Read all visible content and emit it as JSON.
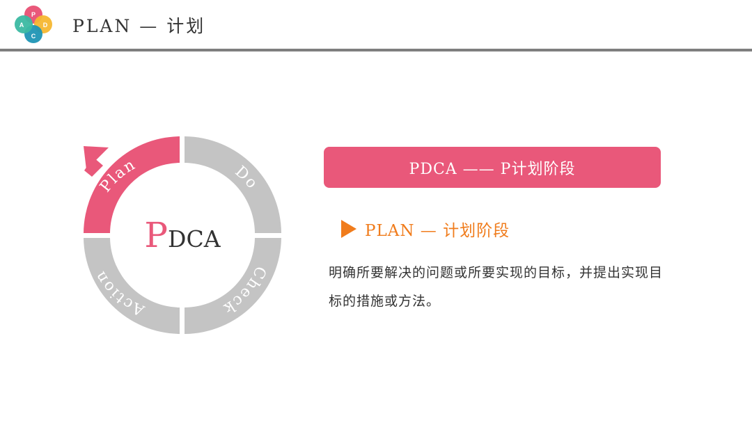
{
  "header": {
    "title": "PLAN  —  计划",
    "logo": {
      "letters": [
        "P",
        "D",
        "C",
        "A"
      ]
    }
  },
  "cycle": {
    "center_big": "P",
    "center_rest": "DCA",
    "segments": [
      "Plan",
      "Do",
      "Check",
      "Action"
    ]
  },
  "banner": {
    "text": "PDCA ——  P计划阶段"
  },
  "subhead": {
    "text": "PLAN  —  计划阶段"
  },
  "description": "明确所要解决的问题或所要实现的目标，并提出实现目标的措施或方法。",
  "colors": {
    "accent": "#e9587a",
    "orange": "#f07c1c",
    "gray": "#c4c4c4",
    "logo_p": "#e9587a",
    "logo_d": "#f6b731",
    "logo_c": "#1f95b5",
    "logo_a": "#3bb9a2"
  }
}
